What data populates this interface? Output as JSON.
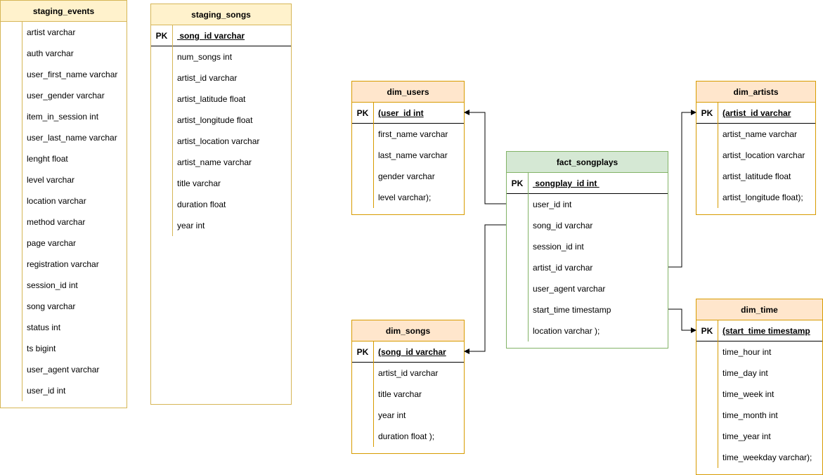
{
  "colors": {
    "staging_fill": "#fff2cc",
    "staging_stroke": "#d6b656",
    "dim_fill": "#ffe6cc",
    "dim_stroke": "#d79b00",
    "fact_fill": "#d5e8d4",
    "fact_stroke": "#82b366"
  },
  "tables": {
    "staging_events": {
      "title": "staging_events",
      "columns": [
        "artist varchar",
        "auth varchar",
        "user_first_name varchar",
        "user_gender varchar",
        "item_in_session int",
        "user_last_name varchar",
        "lenght float",
        "level varchar",
        "location varchar",
        "method varchar",
        "page varchar",
        "registration varchar",
        "session_id int",
        "song varchar",
        "status int",
        "ts bigint",
        "user_agent varchar",
        "user_id int"
      ]
    },
    "staging_songs": {
      "title": "staging_songs",
      "pk_label": "PK",
      "pk": " song_id varchar",
      "columns": [
        "num_songs int",
        "artist_id varchar",
        "artist_latitude float",
        "artist_longitude float",
        "artist_location varchar",
        "artist_name varchar",
        "title varchar",
        "duration float",
        "year int"
      ]
    },
    "dim_users": {
      "title": "dim_users",
      "pk_label": "PK",
      "pk": "(user_id int",
      "columns": [
        "first_name varchar",
        "last_name varchar",
        "gender varchar",
        "level varchar);"
      ]
    },
    "dim_artists": {
      "title": "dim_artists",
      "pk_label": "PK",
      "pk": "(artist_id varchar",
      "columns": [
        "artist_name varchar",
        "artist_location varchar",
        "artist_latitude float",
        "artist_longitude float);"
      ]
    },
    "fact_songplays": {
      "title": "fact_songplays",
      "pk_label": "PK",
      "pk": " songplay_id int ",
      "columns": [
        "user_id int",
        "song_id varchar",
        "session_id int",
        "artist_id varchar",
        "user_agent varchar",
        "start_time timestamp",
        "location varchar );"
      ]
    },
    "dim_songs": {
      "title": "dim_songs",
      "pk_label": "PK",
      "pk": "(song_id varchar",
      "columns": [
        "artist_id varchar",
        "title varchar",
        "year int",
        "duration float );"
      ]
    },
    "dim_time": {
      "title": "dim_time",
      "pk_label": "PK",
      "pk": "(start_time timestamp",
      "columns": [
        "time_hour int",
        "time_day int",
        "time_week int",
        "time_month int",
        "time_year int",
        "time_weekday varchar);"
      ]
    }
  }
}
